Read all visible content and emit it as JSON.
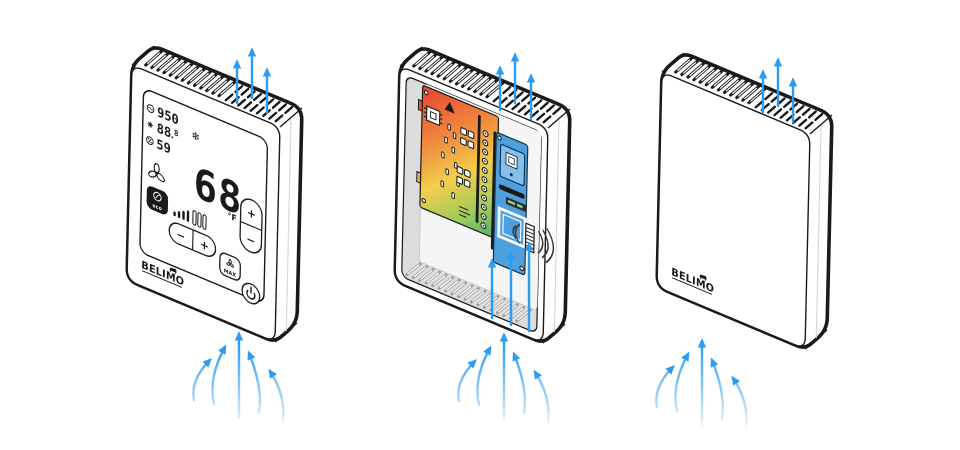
{
  "colors": {
    "outline": "#1A1A1A",
    "arrow_blue": "#2D9BF0",
    "interior_gray": "#DCDCDC",
    "backwall_gray": "#F5F5F5",
    "pcb_red": "#E8402F",
    "pcb_orange": "#EF8A3E",
    "pcb_yellow": "#F3CE4B",
    "pcb_green": "#63B666",
    "pcb_blue": "#4E9FDD",
    "module_blue": "#85BFEC"
  },
  "brand": {
    "logo_text": "BELIMO"
  },
  "front_view": {
    "display": {
      "readings": [
        {
          "icon": "co2-icon",
          "value": "950"
        },
        {
          "icon": "temperature-icon",
          "value": "88",
          "decimal": "8"
        },
        {
          "icon": "humidity-icon",
          "value": "59"
        }
      ],
      "mode_icon": "snowflake-icon",
      "mode_glyph": "❄",
      "setpoint": "68",
      "unit": "°F",
      "buttons": {
        "eco": "eco",
        "fan_minus": "−",
        "fan_plus": "+",
        "temp_up": "+",
        "temp_down": "−",
        "max": "MAX"
      }
    }
  }
}
